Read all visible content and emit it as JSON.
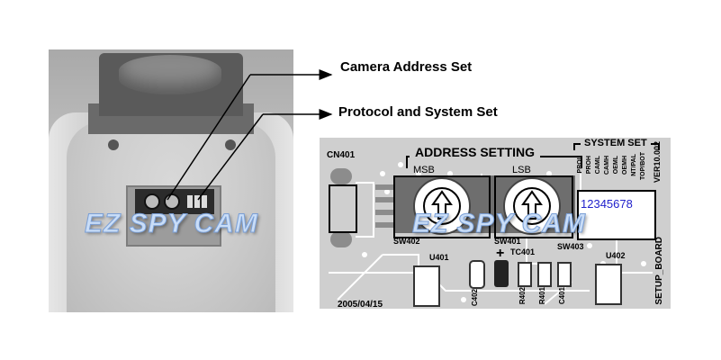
{
  "labels": {
    "camera_address_set": "Camera Address Set",
    "protocol_system_set": "Protocol and System Set"
  },
  "watermark": {
    "left": "EZ SPY CAM",
    "right": "EZ SPY CAM"
  },
  "board": {
    "address_setting": "ADDRESS SETTING",
    "system_set": "SYSTEM SET",
    "msb": "MSB",
    "lsb": "LSB",
    "cn401": "CN401",
    "sw402": "SW402",
    "sw401": "SW401",
    "sw403": "SW403",
    "u401": "U401",
    "u402": "U402",
    "tc401": "TC401",
    "c402": "C402",
    "r402": "R402",
    "r401": "R401",
    "c401": "C401",
    "setup_board": "SETUP_BOARD",
    "version": "VER10.002",
    "date": "2005/04/15",
    "dip_numbers": "12345678",
    "dip_labels": [
      "PROL",
      "PROH",
      "CAML",
      "CAMH",
      "OEML",
      "OEMH",
      "NT/PAL",
      "TOP/BOT"
    ]
  },
  "colors": {
    "dip_number_text": "#2222cc",
    "watermark_fill": "#c9ddf7",
    "watermark_stroke": "#7a9fd6",
    "board_background": "#cfcfcf"
  }
}
